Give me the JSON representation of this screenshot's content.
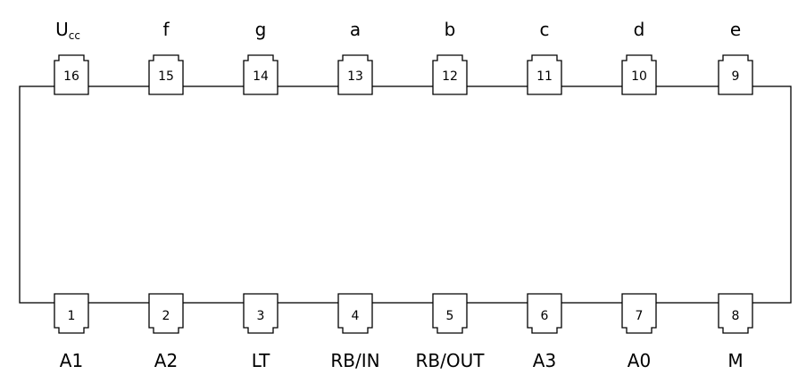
{
  "chip": {
    "top_pins": [
      {
        "number": "16",
        "label": "U",
        "label_sub": "cc"
      },
      {
        "number": "15",
        "label": "f"
      },
      {
        "number": "14",
        "label": "g"
      },
      {
        "number": "13",
        "label": "a"
      },
      {
        "number": "12",
        "label": "b"
      },
      {
        "number": "11",
        "label": "c"
      },
      {
        "number": "10",
        "label": "d"
      },
      {
        "number": "9",
        "label": "e"
      }
    ],
    "bottom_pins": [
      {
        "number": "1",
        "label": "A1"
      },
      {
        "number": "2",
        "label": "A2"
      },
      {
        "number": "3",
        "label": "LT"
      },
      {
        "number": "4",
        "label": "RB/IN"
      },
      {
        "number": "5",
        "label": "RB/OUT"
      },
      {
        "number": "6",
        "label": "A3"
      },
      {
        "number": "7",
        "label": "A0"
      },
      {
        "number": "8",
        "label": "M"
      }
    ]
  }
}
